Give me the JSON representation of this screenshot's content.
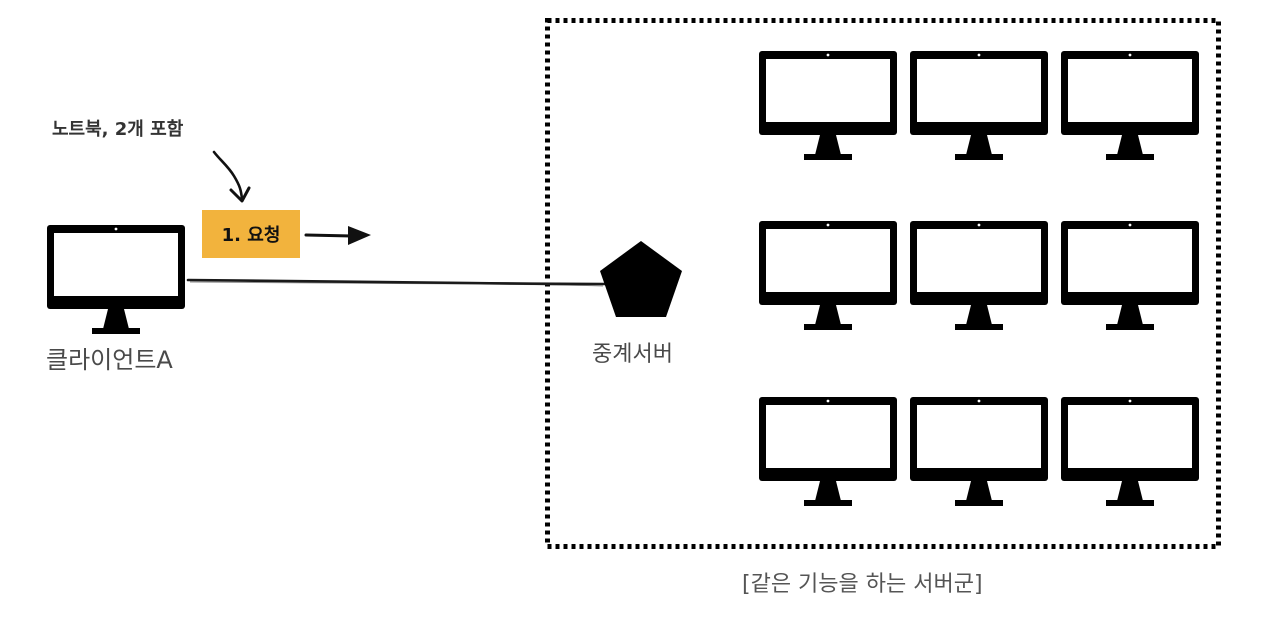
{
  "colors": {
    "accent": "#F2B33D",
    "ink": "#000000",
    "label": "#4A4A4A"
  },
  "annotation": {
    "text": "노트북, 2개 포함"
  },
  "request": {
    "label": "1. 요청"
  },
  "client": {
    "label": "클라이언트A",
    "icon": "monitor-icon"
  },
  "relay": {
    "label": "중계서버",
    "icon": "pentagon-icon"
  },
  "cluster": {
    "label": "[같은 기능을 하는 서버군]",
    "rows": 3,
    "columns": 3,
    "icon": "monitor-icon"
  }
}
